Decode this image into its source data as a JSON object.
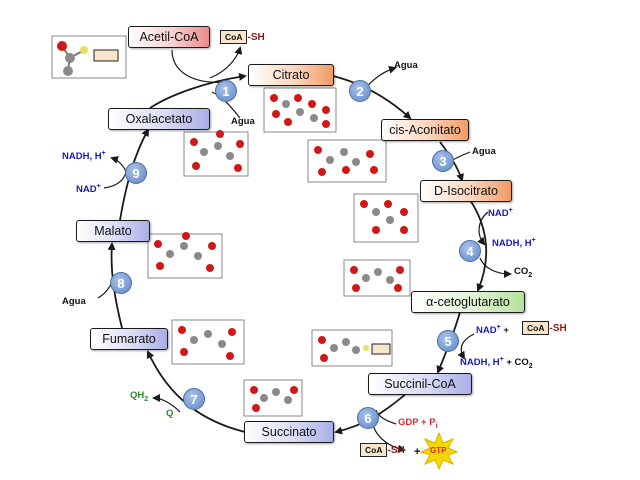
{
  "metabolites": {
    "acetil_coa": "Acetil-CoA",
    "citrato": "Citrato",
    "cis_aconitato": "cis-Aconitato",
    "d_isocitrato": "D-Isocitrato",
    "alfa_cetoglutarato": "α-cetoglutarato",
    "succinil_coa": "Succinil-CoA",
    "succinato": "Succinato",
    "fumarato": "Fumarato",
    "malato": "Malato",
    "oxalacetato": "Oxalacetato"
  },
  "steps": [
    "1",
    "2",
    "3",
    "4",
    "5",
    "6",
    "7",
    "8",
    "9"
  ],
  "side": {
    "agua": "Agua",
    "nad": "NAD",
    "nad_plus": "+",
    "nadh": "NADH, H",
    "co2": "CO",
    "co2_sub": "2",
    "plus": "+",
    "coa": "CoA",
    "sh": "-SH",
    "gdp": "GDP + P",
    "gdp_sub": "i",
    "gtp": "GTP",
    "qh2": "QH",
    "qh2_sub": "2",
    "q": "Q"
  },
  "colors": {
    "arrow": "#1a1a1a",
    "orange_box": "#f29a64",
    "pink_box": "#ea8a8a",
    "blue_box": "#a8aee6",
    "green_box": "#b6e29c",
    "step_circle": "#6a8fcc",
    "oxygen": "#d01818",
    "carbon": "#7a7a7a",
    "nad_text": "#1a1ab8",
    "quinone_text": "#2f8a2f",
    "gdp_text": "#d03030",
    "gtp_star": "#f4d800"
  }
}
